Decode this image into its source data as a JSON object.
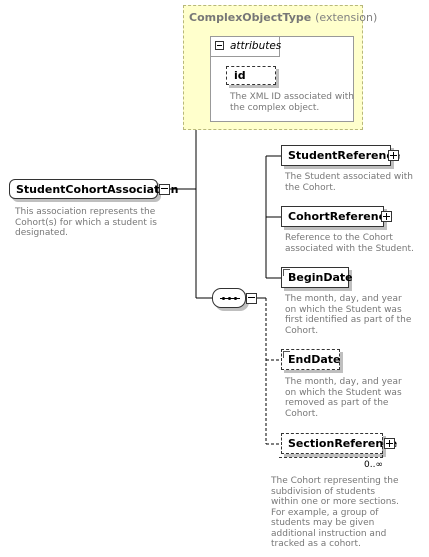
{
  "extension": {
    "type_name": "ComplexObjectType",
    "kind": "(extension)",
    "attributes_label": "attributes",
    "attribute": {
      "name": "id",
      "description": [
        "The XML ID associated with",
        "the complex object."
      ]
    }
  },
  "root": {
    "name": "StudentCohortAssociation",
    "description": [
      "This association represents the",
      "Cohort(s) for which a student is",
      "designated."
    ]
  },
  "children": [
    {
      "name": "StudentReference",
      "description": [
        "The Student associated with",
        "the Cohort."
      ]
    },
    {
      "name": "CohortReference",
      "description": [
        "Reference to the Cohort",
        "associated with the Student."
      ]
    },
    {
      "name": "BeginDate",
      "description": [
        "The month, day, and year",
        "on which the Student was",
        "first identified as part of the",
        "Cohort."
      ]
    },
    {
      "name": "EndDate",
      "description": [
        "The month, day, and year",
        "on which the Student was",
        "removed as part of the",
        "Cohort."
      ]
    },
    {
      "name": "SectionReference",
      "multiplicity": "0..∞",
      "description": [
        "The Cohort representing the",
        "subdivision of students",
        "within one or more sections.",
        "For example, a group of",
        "students may be given",
        "additional instruction and",
        "tracked as a cohort."
      ]
    }
  ]
}
